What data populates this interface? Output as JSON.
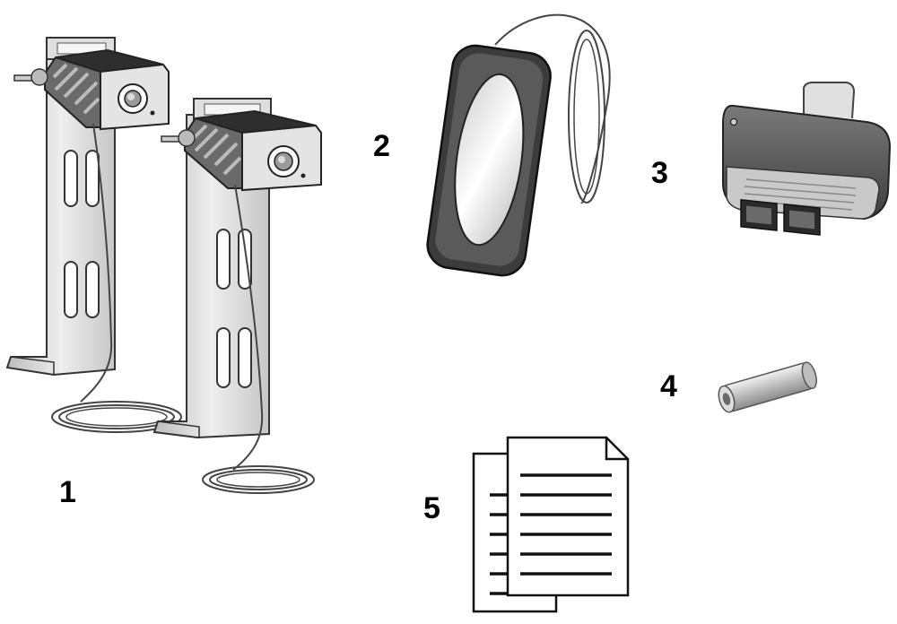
{
  "labels": {
    "sensors": "1",
    "receiver": "2",
    "remote": "3",
    "battery": "4",
    "documents": "5"
  },
  "colors": {
    "outline": "#333333",
    "metal": "#d9d9d9",
    "metal_dark": "#8a8a8a",
    "housing": "#4a4a4a",
    "background": "#ffffff"
  }
}
